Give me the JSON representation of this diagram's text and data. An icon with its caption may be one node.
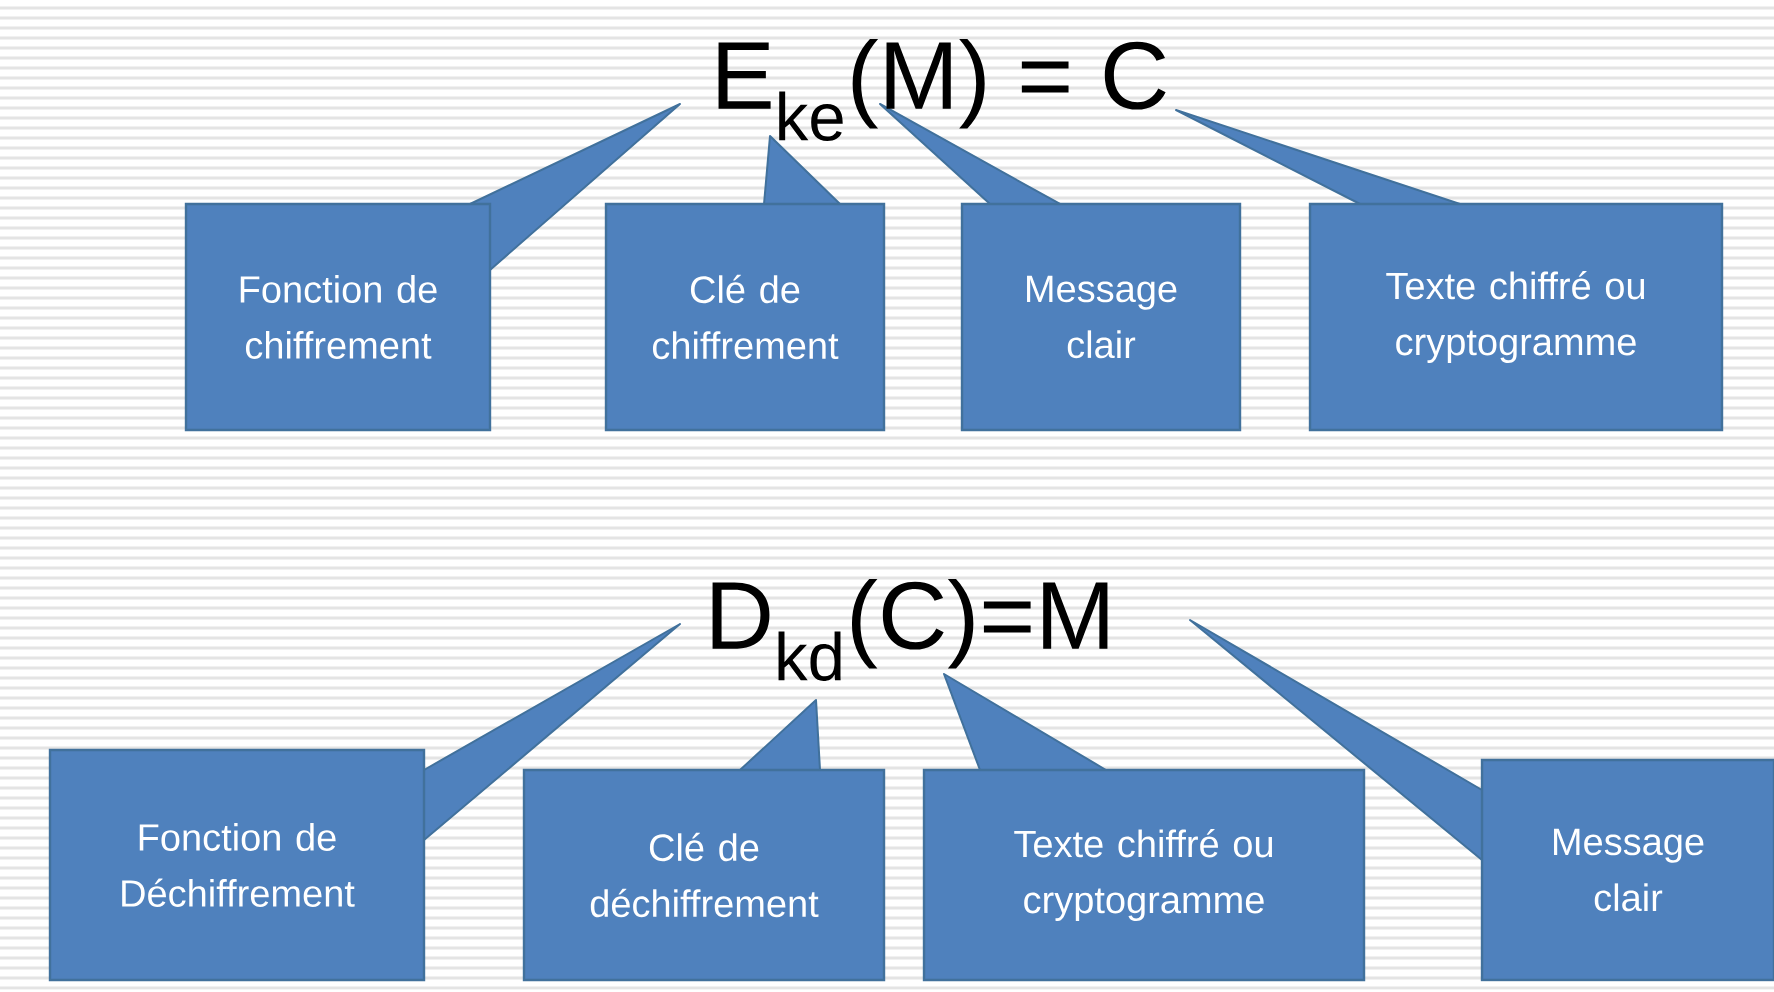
{
  "diagram": {
    "nodes": [
      {
        "text": [
          "Fonction de chiffrement"
        ]
      },
      {
        "text": [
          "Clé de chiffrement"
        ]
      },
      {
        "text": [
          "Message clair"
        ]
      },
      {
        "text": [
          "Texte chiffré ou cryptogramme"
        ]
      },
      {
        "text": [
          "Fonction de Déchiffrement"
        ]
      },
      {
        "text": [
          "Clé de déchiffrement"
        ]
      },
      {
        "text": [
          "Texte chiffré ou cryptogramme"
        ]
      },
      {
        "text": [
          "Message clair"
        ]
      }
    ],
    "labels": [
      "E$_{ke}$(M) = C",
      "D$_{kd}$(C)=M"
    ]
  }
}
